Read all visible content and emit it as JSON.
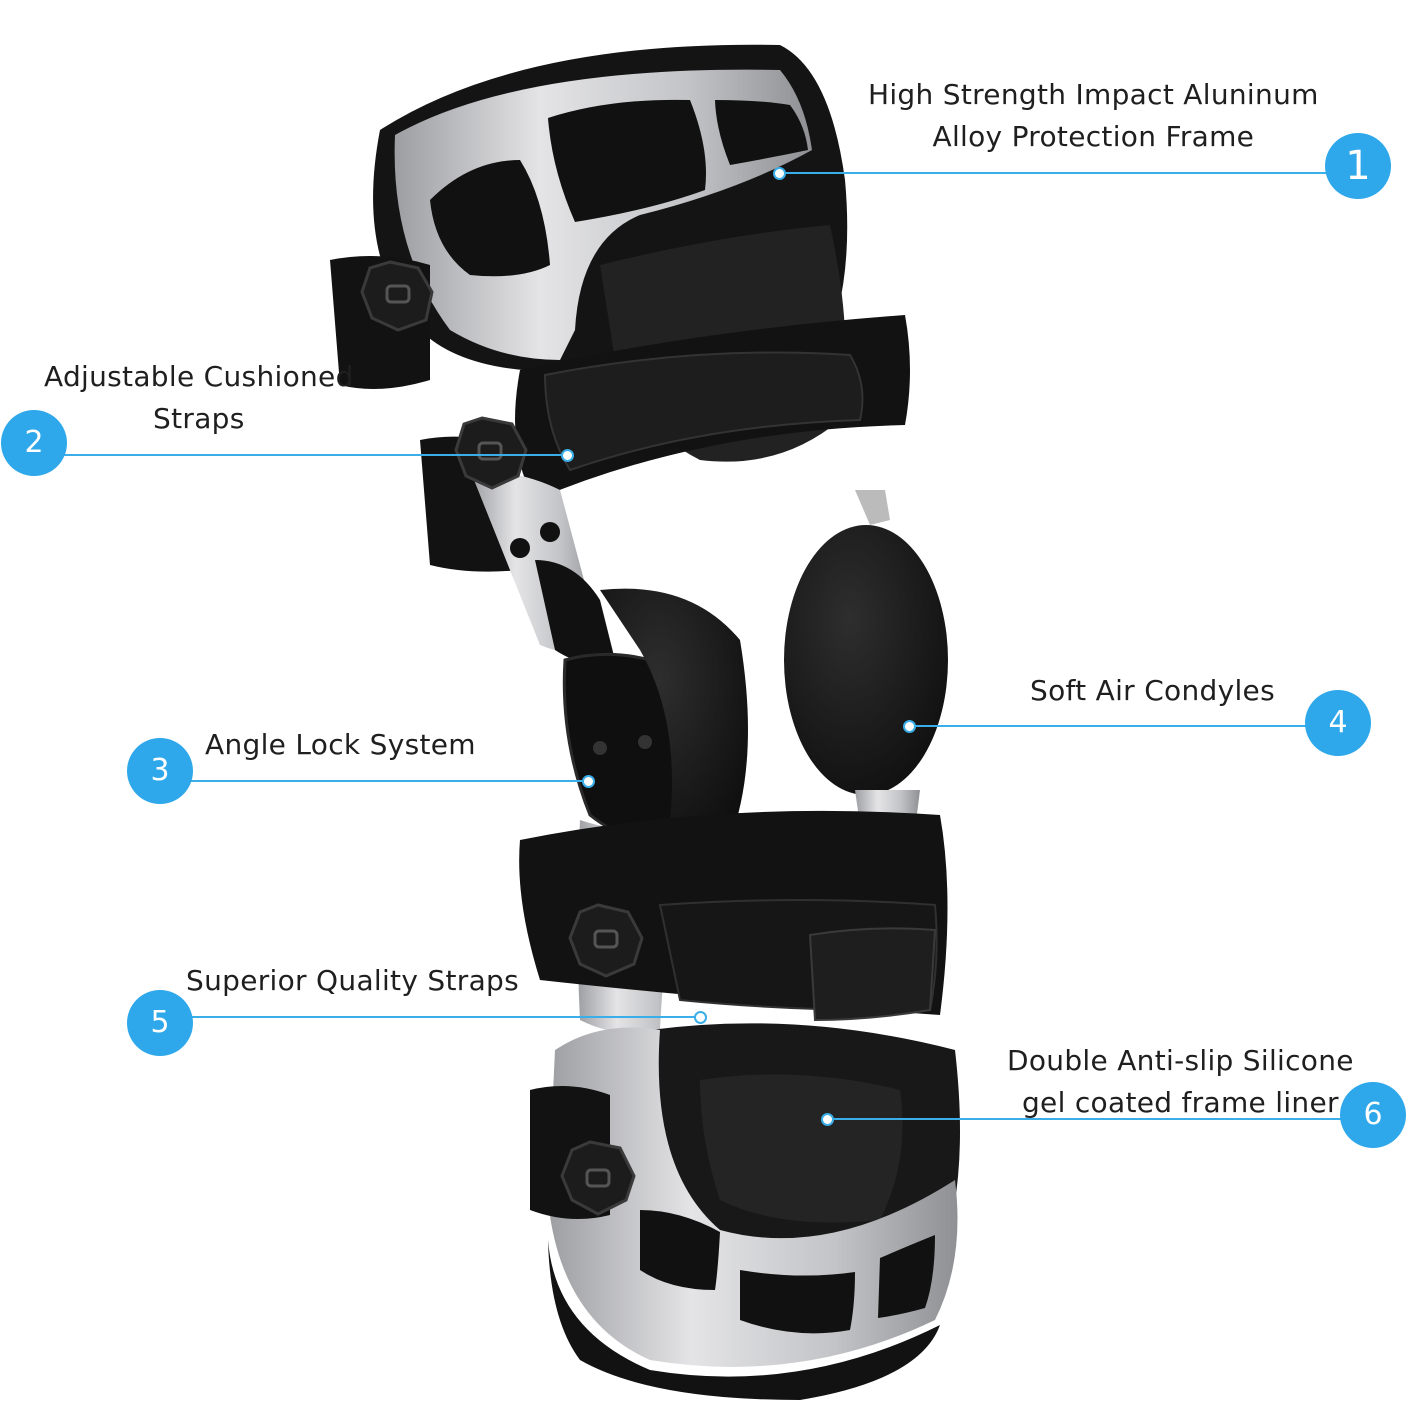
{
  "colors": {
    "accent": "#2ea8ea",
    "frame": "#c9c9cb",
    "pad": "#151515"
  },
  "callouts": [
    {
      "number": "1",
      "lines": [
        "High Strength Impact Aluninum",
        "Alloy Protection Frame"
      ]
    },
    {
      "number": "2",
      "lines": [
        "Adjustable Cushioned",
        "Straps"
      ]
    },
    {
      "number": "3",
      "lines": [
        "Angle Lock System"
      ]
    },
    {
      "number": "4",
      "lines": [
        "Soft Air Condyles"
      ]
    },
    {
      "number": "5",
      "lines": [
        "Superior Quality Straps"
      ]
    },
    {
      "number": "6",
      "lines": [
        "Double Anti-slip Silicone",
        "gel coated frame liner"
      ]
    }
  ]
}
